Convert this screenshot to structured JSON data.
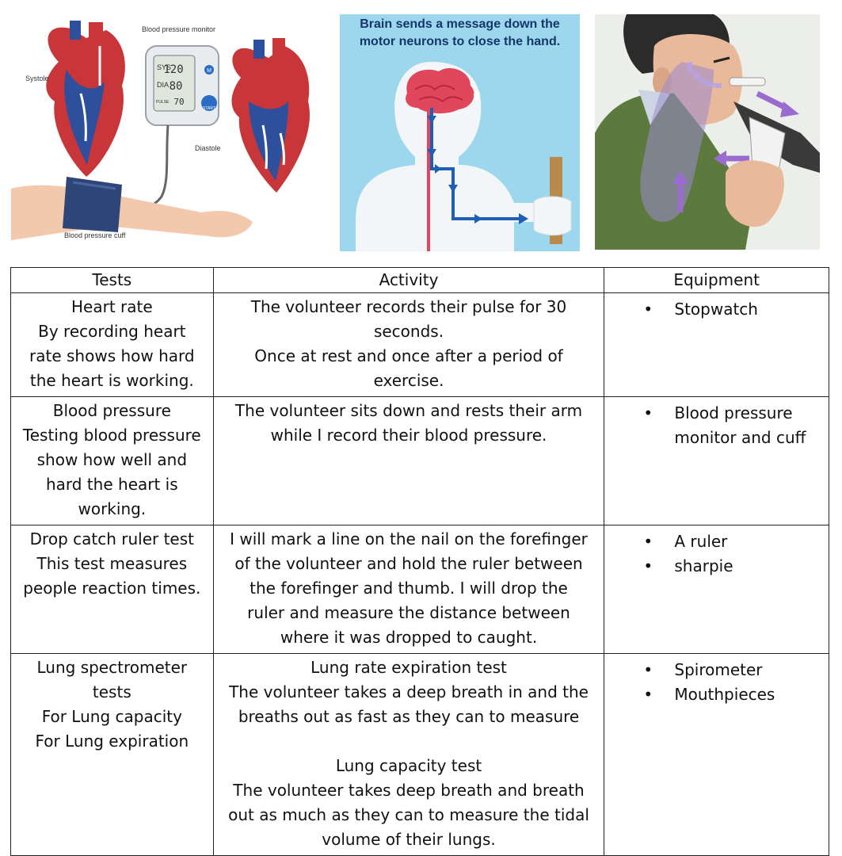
{
  "images": {
    "blood_pressure": {
      "monitor_label": "Blood pressure monitor",
      "systole_label": "Systole",
      "diastole_label": "Diastole",
      "cuff_label": "Blood pressure cuff",
      "sys_label": "SYS",
      "dia_label": "DIA",
      "pulse_label": "PULSE",
      "sys_value": "120",
      "dia_value": "80",
      "pulse_value": "70",
      "start_label": "START",
      "m_label": "M"
    },
    "brain": {
      "caption_line1": "Brain sends a message down the",
      "caption_line2": "motor neurons to close the hand."
    },
    "spirometer": {}
  },
  "table": {
    "headers": [
      "Tests",
      "Activity",
      "Equipment"
    ],
    "rows": [
      {
        "test": [
          "Heart rate",
          "By recording heart",
          "rate shows how hard",
          "the heart is working."
        ],
        "activity": [
          "The volunteer records their pulse for 30",
          "seconds.",
          "Once at rest and once after a period of",
          "exercise."
        ],
        "equipment": [
          "Stopwatch"
        ]
      },
      {
        "test": [
          "Blood pressure",
          "Testing blood pressure",
          "show how well and",
          "hard the heart is",
          "working."
        ],
        "activity": [
          "The volunteer sits down and rests their arm",
          "while I record their blood pressure."
        ],
        "equipment": [
          "Blood pressure monitor and cuff"
        ]
      },
      {
        "test": [
          "Drop catch ruler test",
          "This test measures",
          "people reaction times."
        ],
        "activity": [
          "I will mark a line on the nail on the forefinger",
          "of the volunteer and hold the ruler between",
          "the forefinger and thumb. I will drop the",
          "ruler and measure the distance between",
          "where it was dropped to caught."
        ],
        "equipment": [
          "A ruler",
          "sharpie"
        ]
      },
      {
        "test": [
          "Lung spectrometer",
          "tests",
          "For Lung capacity",
          "For Lung expiration"
        ],
        "activity_a": [
          "Lung rate expiration test",
          "The volunteer takes a deep breath in and the",
          "breaths out as fast as they can to measure"
        ],
        "activity_b": [
          "Lung capacity test",
          "The volunteer takes deep breath and breath",
          "out as much as they can to measure the tidal",
          "volume of their lungs."
        ],
        "equipment": [
          "Spirometer",
          "Mouthpieces"
        ]
      }
    ]
  }
}
